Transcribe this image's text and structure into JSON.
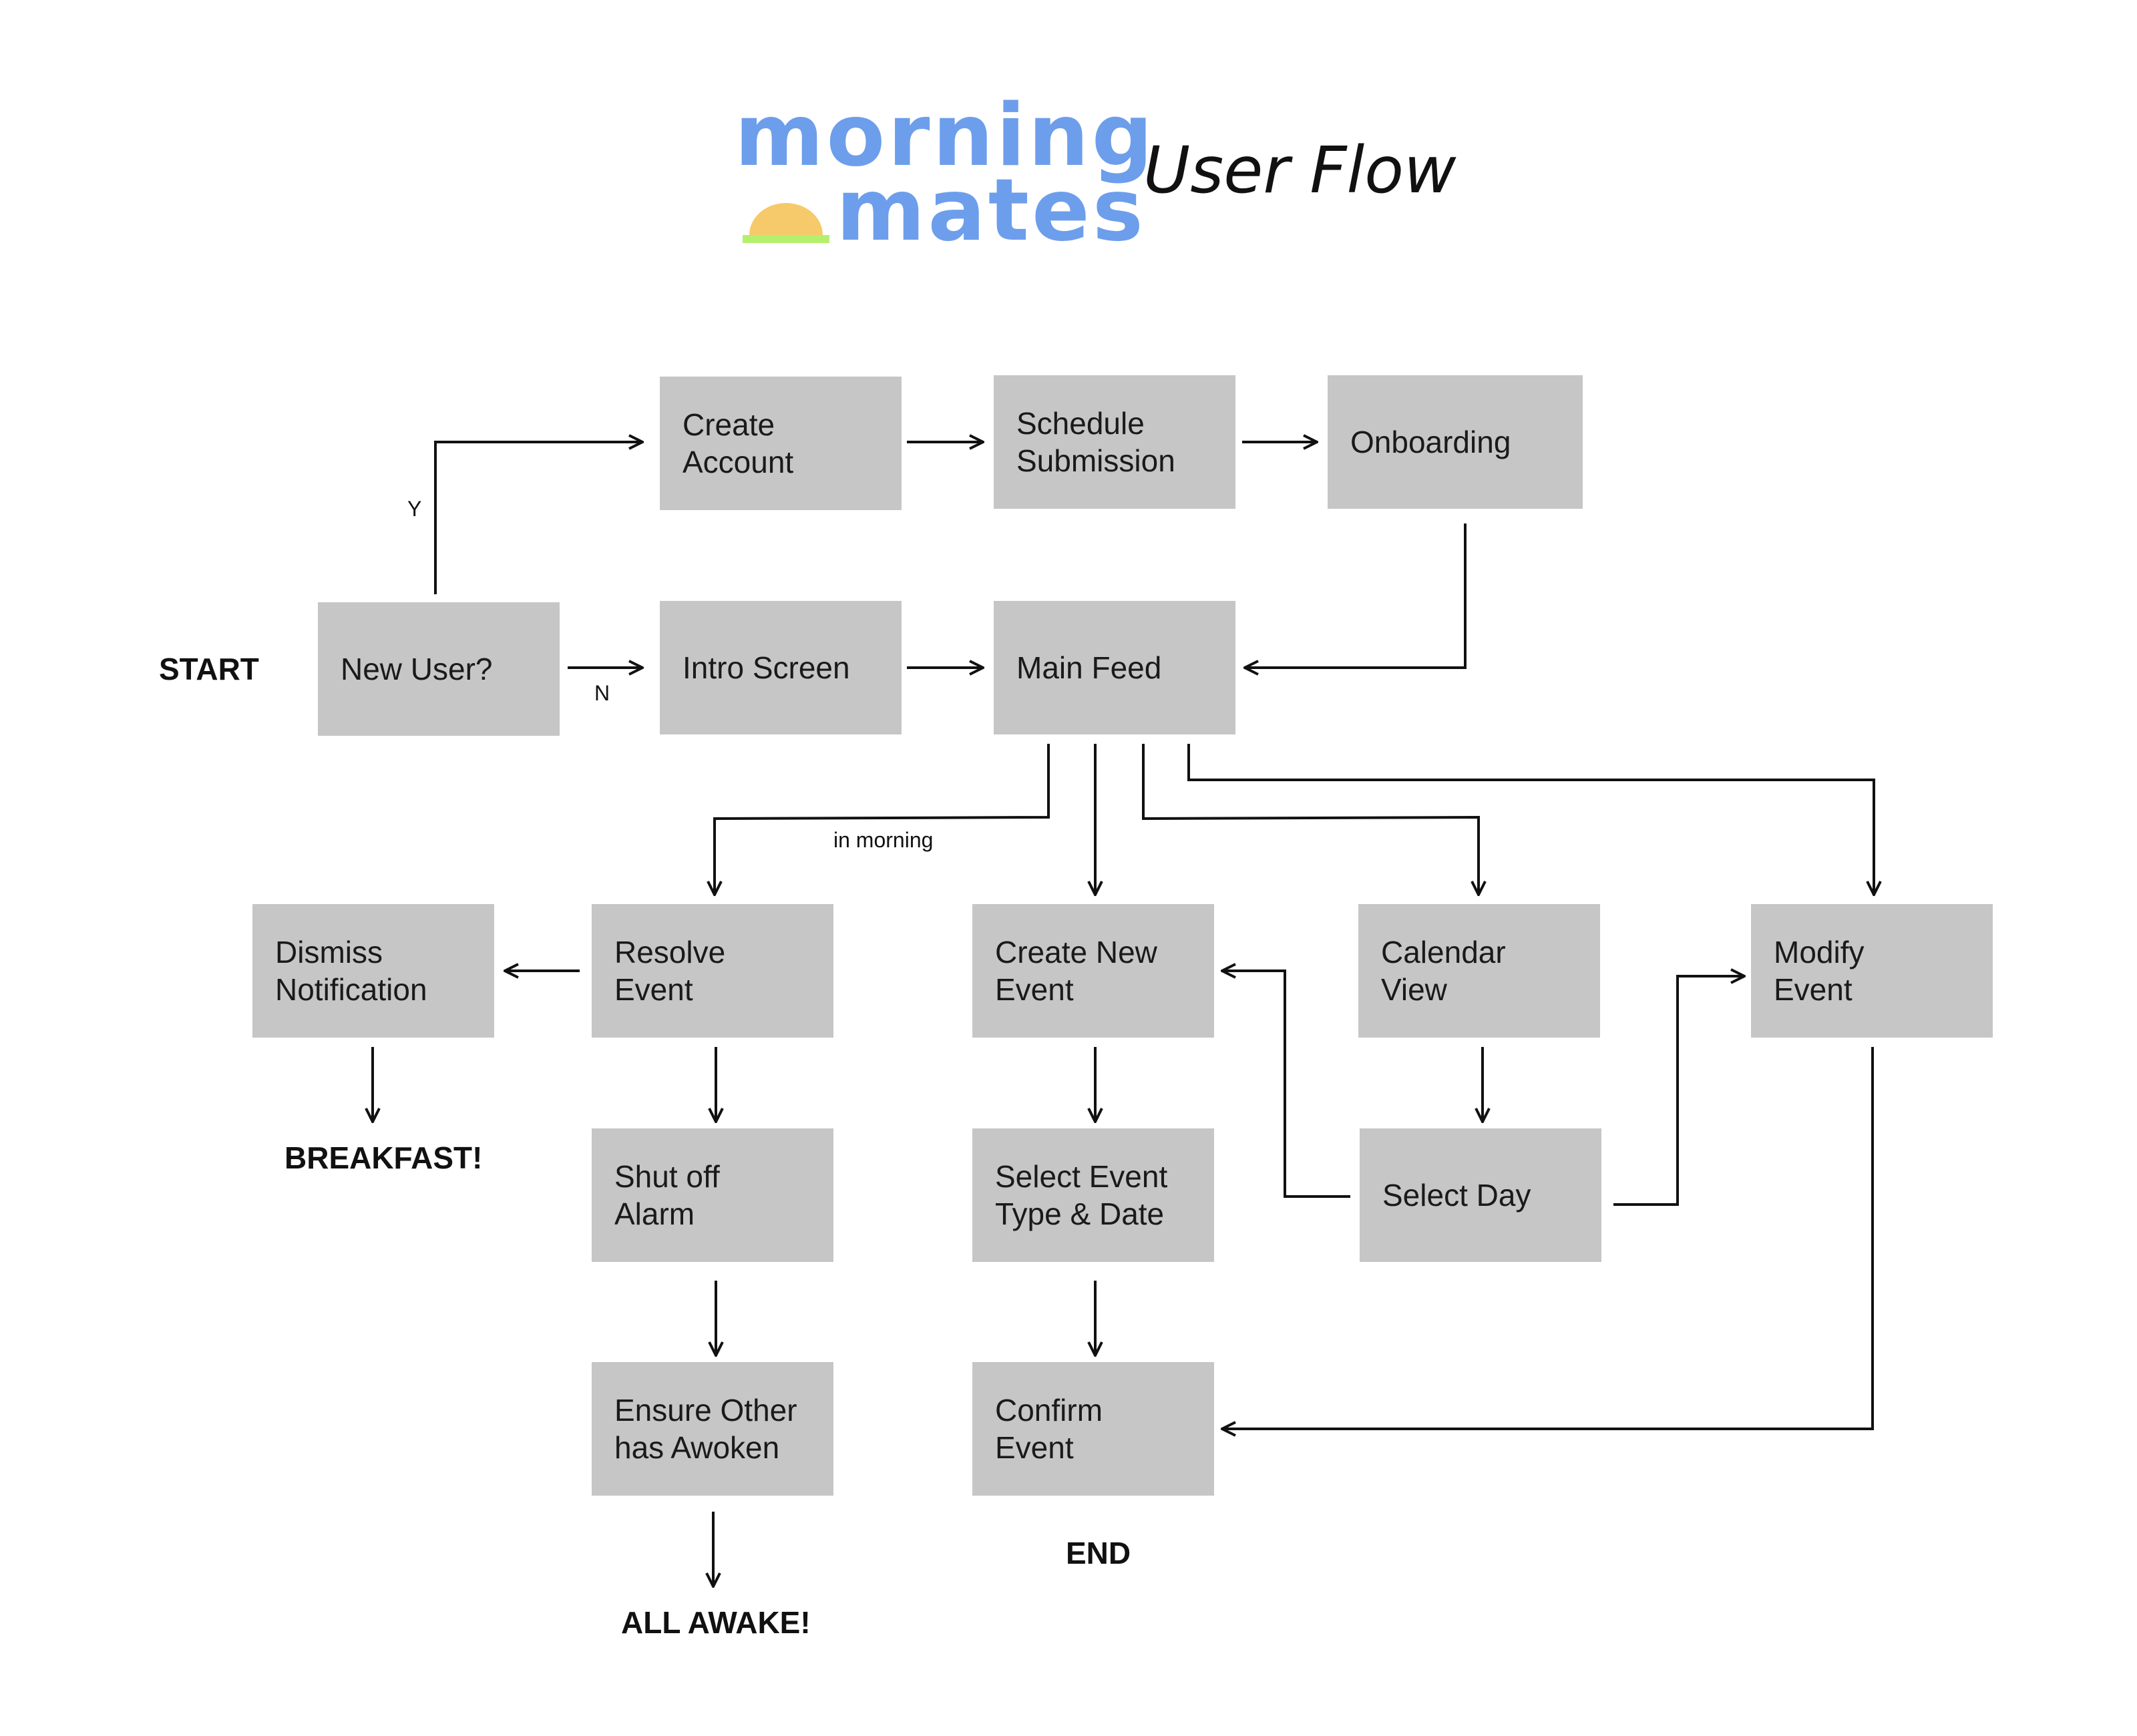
{
  "header": {
    "logo_line1": "morning",
    "logo_line2": "mates",
    "title": "User Flow"
  },
  "colors": {
    "logo_text": "#6d9eeb",
    "sun": "#f6c96b",
    "horizon": "#b4f06e",
    "box_fill": "#c6c6c6",
    "line": "#111111"
  },
  "terminals": {
    "start": "START",
    "breakfast": "BREAKFAST!",
    "all_awake": "ALL AWAKE!",
    "end": "END"
  },
  "nodes": {
    "new_user": "New User?",
    "create_account": "Create\nAccount",
    "schedule_submission": "Schedule\nSubmission",
    "onboarding": "Onboarding",
    "intro_screen": "Intro Screen",
    "main_feed": "Main Feed",
    "dismiss_notification": "Dismiss\nNotification",
    "resolve_event": "Resolve\nEvent",
    "create_new_event": "Create New\nEvent",
    "calendar_view": "Calendar\nView",
    "modify_event": "Modify\nEvent",
    "shut_off_alarm": "Shut off\nAlarm",
    "select_event_type_date": "Select Event\nType & Date",
    "select_day": "Select Day",
    "ensure_other_awoken": "Ensure Other\nhas Awoken",
    "confirm_event": "Confirm\nEvent"
  },
  "edge_labels": {
    "yes": "Y",
    "no": "N",
    "in_morning": "in morning"
  },
  "edges": [
    {
      "from": "new_user",
      "to": "create_account",
      "label": "Y"
    },
    {
      "from": "new_user",
      "to": "intro_screen",
      "label": "N"
    },
    {
      "from": "create_account",
      "to": "schedule_submission"
    },
    {
      "from": "schedule_submission",
      "to": "onboarding"
    },
    {
      "from": "onboarding",
      "to": "main_feed"
    },
    {
      "from": "intro_screen",
      "to": "main_feed"
    },
    {
      "from": "main_feed",
      "to": "resolve_event",
      "label": "in morning"
    },
    {
      "from": "main_feed",
      "to": "create_new_event"
    },
    {
      "from": "main_feed",
      "to": "calendar_view"
    },
    {
      "from": "main_feed",
      "to": "modify_event"
    },
    {
      "from": "resolve_event",
      "to": "dismiss_notification"
    },
    {
      "from": "dismiss_notification",
      "to": "breakfast"
    },
    {
      "from": "resolve_event",
      "to": "shut_off_alarm"
    },
    {
      "from": "shut_off_alarm",
      "to": "ensure_other_awoken"
    },
    {
      "from": "ensure_other_awoken",
      "to": "all_awake"
    },
    {
      "from": "create_new_event",
      "to": "select_event_type_date"
    },
    {
      "from": "select_event_type_date",
      "to": "confirm_event"
    },
    {
      "from": "calendar_view",
      "to": "select_day"
    },
    {
      "from": "select_day",
      "to": "create_new_event"
    },
    {
      "from": "select_day",
      "to": "modify_event"
    },
    {
      "from": "modify_event",
      "to": "confirm_event"
    }
  ]
}
